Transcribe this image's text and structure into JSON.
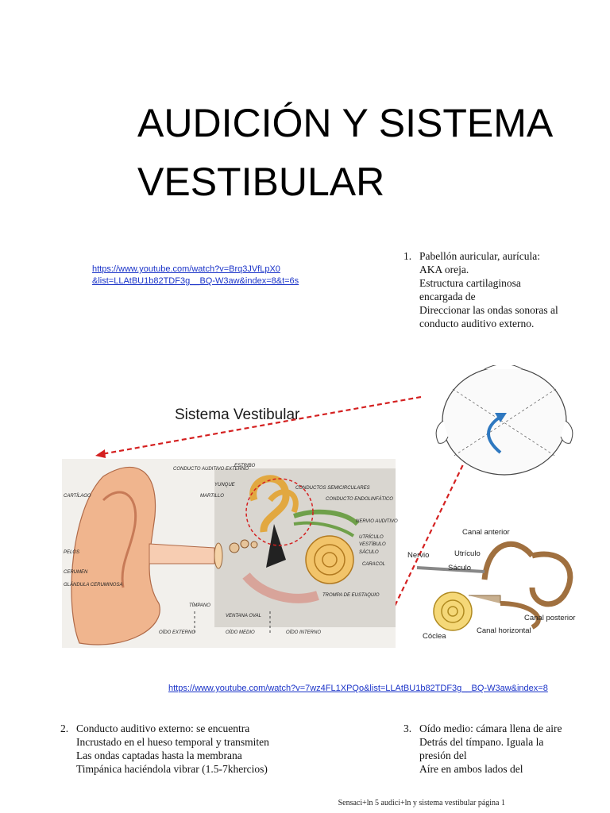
{
  "title": "AUDICIÓN Y SISTEMA VESTIBULAR",
  "link_top": {
    "line1": "https://www.youtube.com/watch?v=Brq3JVfLpX0",
    "line2": "&list=LLAtBU1b82TDF3g__BQ-W3aw&index=8&t=6s"
  },
  "link_bottom": "https://www.youtube.com/watch?v=7wz4FL1XPQo&list=LLAtBU1b82TDF3g__BQ-W3aw&index=8",
  "items": [
    {
      "number": "1.",
      "lines": [
        "Pabellón auricular, aurícula:",
        "AKA oreja.",
        "Estructura cartilaginosa",
        "encargada de",
        "Direccionar las ondas sonoras al",
        "conducto auditivo externo."
      ]
    },
    {
      "number": "2.",
      "lines": [
        "Conducto auditivo externo:  se encuentra",
        "Incrustado en el hueso temporal  y transmiten",
        "Las ondas captadas hasta la membrana",
        "Timpánica  haciéndola vibrar (1.5-7khercios)"
      ]
    },
    {
      "number": "3.",
      "lines": [
        "Oído medio: cámara llena de aire",
        "Detrás del tímpano. Iguala la",
        "presión del",
        "Aíre en ambos lados del"
      ]
    }
  ],
  "figure": {
    "heading": "Sistema Vestibular",
    "ear_labels": {
      "conducto_auditivo_externo": "CONDUCTO AUDITIVO EXTERNO",
      "estribo": "ESTRIBO",
      "yunque": "YUNQUE",
      "martillo": "MARTILLO",
      "cartilago": "CARTÍLAGO",
      "conductos_semicirculares": "CONDUCTOS SEMICIRCULARES",
      "conducto_endolinfatico": "CONDUCTO ENDOLINFÁTICO",
      "nervio_auditivo": "NERVIO AUDITIVO",
      "utriculo": "UTRÍCULO",
      "vestibulo": "VESTÍBULO",
      "saculo": "SÁCULO",
      "caracol": "CARACOL",
      "pelos": "PELOS",
      "cerumen": "CERUMEN",
      "glandula_ceruminosa": "GLÁNDULA CERUMINOSA",
      "trompa_de_eustaquio": "TROMPA DE EUSTAQUIO",
      "timpano": "TÍMPANO",
      "ventana_oval": "VENTANA OVAL",
      "oido_externo": "OÍDO EXTERNO",
      "oido_medio": "OÍDO MEDIO",
      "oido_interno": "OÍDO INTERNO"
    },
    "labyrinth_labels": {
      "canal_anterior": "Canal anterior",
      "nervio": "Nervio",
      "utriculo": "Utrículo",
      "saculo": "Sáculo",
      "canal_posterior": "Canal posterior",
      "coclea": "Cóclea",
      "canal_horizontal": "Canal horizontal"
    }
  },
  "footer": "Sensaci+ln 5 audici+ln y sistema vestibular página 1",
  "colors": {
    "link": "#1a33c8",
    "arrow": "#d42020",
    "rotation_arrow": "#2e78c0"
  }
}
